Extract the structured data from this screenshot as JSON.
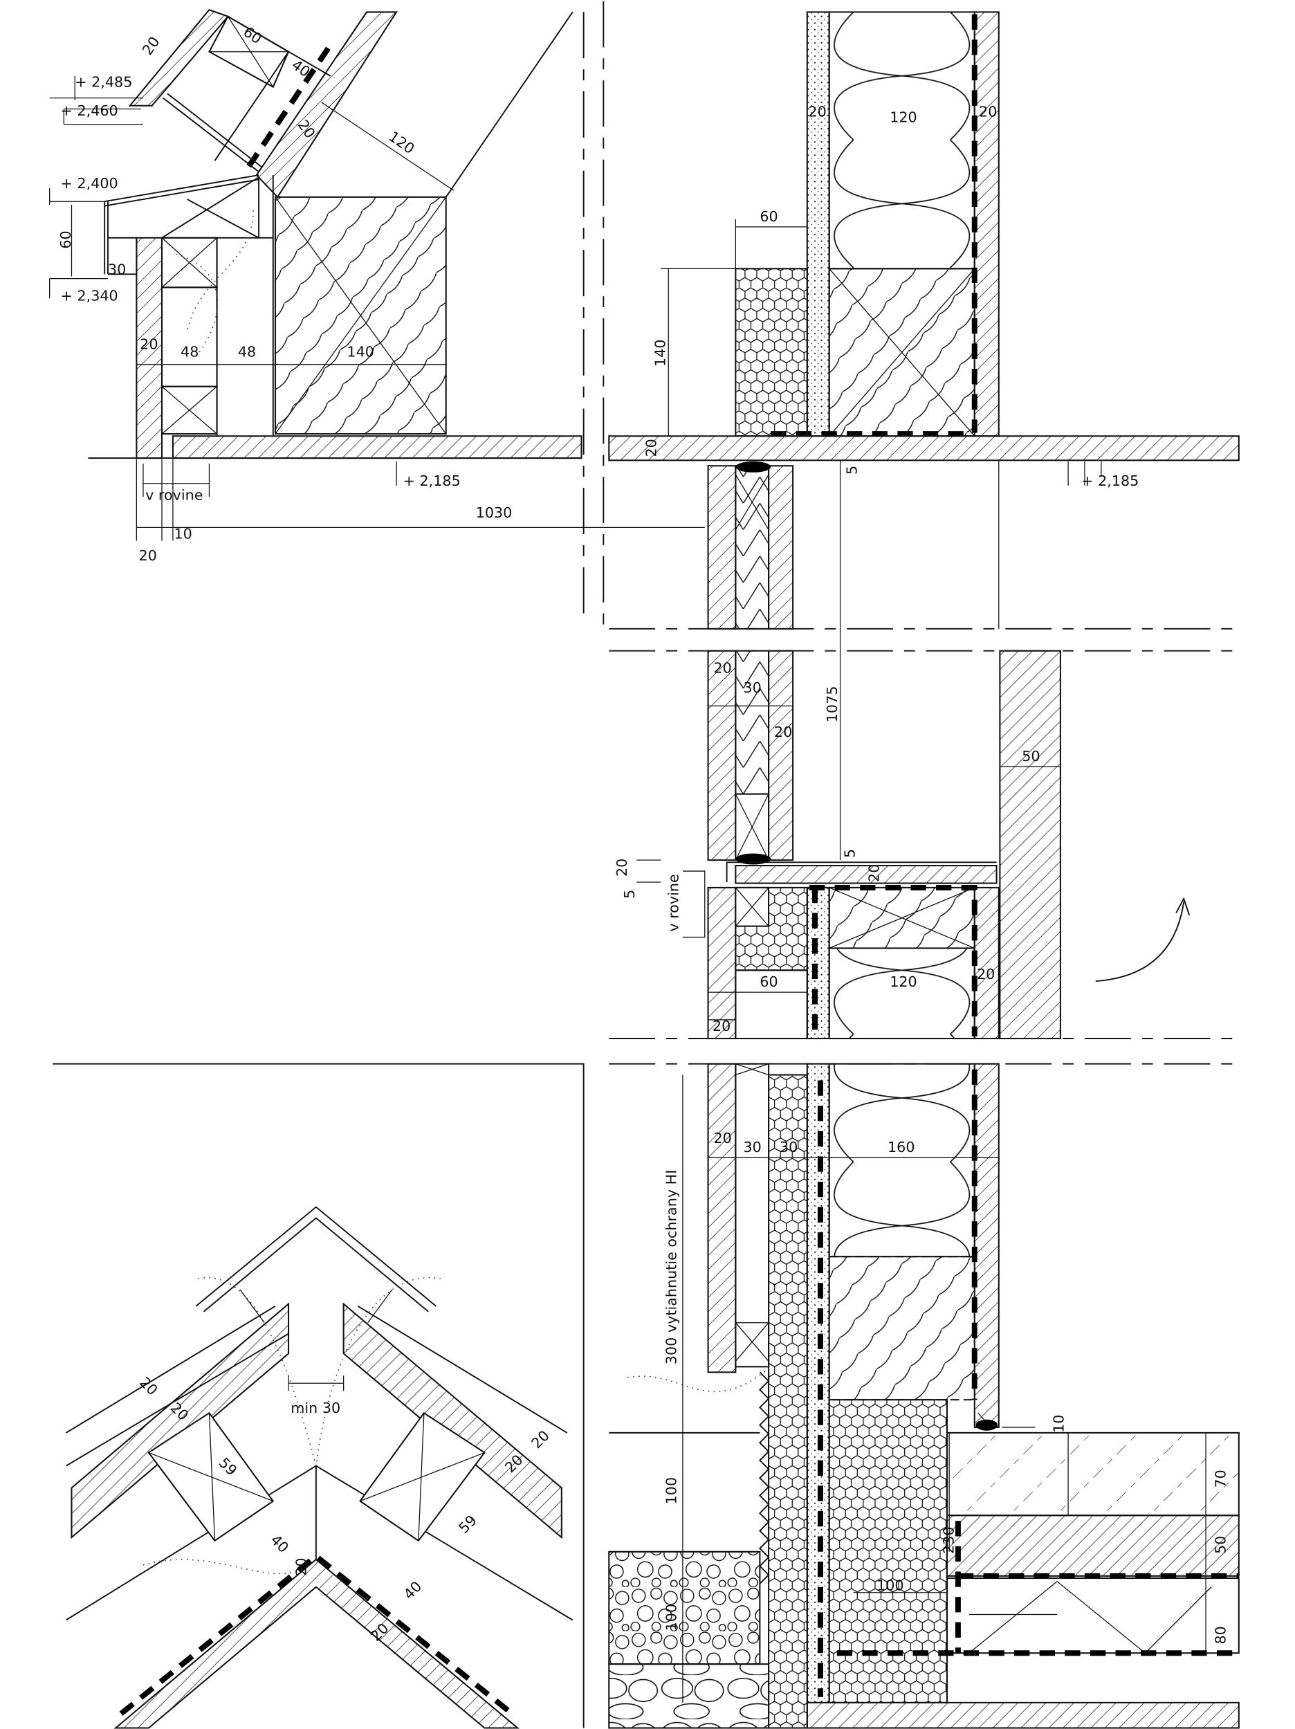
{
  "top_left": [
    "+ 2,485",
    "+ 2,460",
    "+ 2,400",
    "60",
    "30",
    "+ 2,340",
    "20",
    "60",
    "40",
    "20",
    "120",
    "20",
    "48",
    "48",
    "140",
    "v rovine",
    "+ 2,185",
    "1030",
    "10",
    "20"
  ],
  "top_right": [
    "20",
    "120",
    "20",
    "60",
    "140",
    "20",
    "5",
    "+ 2,185"
  ],
  "middle": [
    "20",
    "30",
    "20",
    "1075",
    "50",
    "5",
    "20",
    "5",
    "v rovine",
    "20",
    "60",
    "120",
    "20",
    "20"
  ],
  "bottom_right": [
    "20",
    "30",
    "30",
    "160",
    "300 vytiahnutie ochrany HI",
    "100",
    "10",
    "70",
    "50",
    "230",
    "100",
    "100",
    "80"
  ],
  "corner": [
    "20",
    "20",
    "59",
    "min 30",
    "20",
    "20",
    "59",
    "40",
    "40",
    "20",
    "20"
  ]
}
